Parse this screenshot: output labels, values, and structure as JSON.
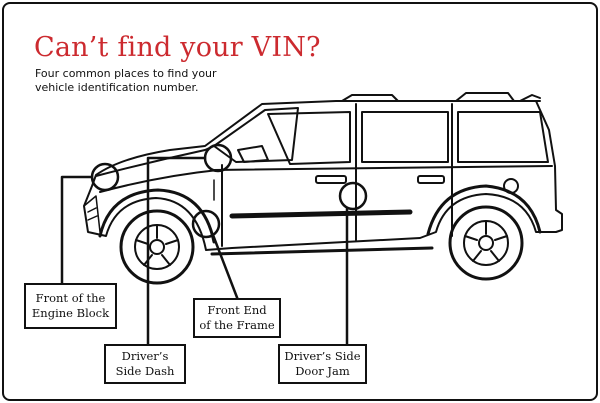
{
  "header": {
    "title": "Can’t find your VIN?",
    "subtitle_line1": "Four common places to find your",
    "subtitle_line2": "vehicle identification number."
  },
  "locations": [
    {
      "line1": "Front of the",
      "line2": "Engine Block"
    },
    {
      "line1": "Driver’s",
      "line2": "Side Dash"
    },
    {
      "line1": "Front End",
      "line2": "of the Frame"
    },
    {
      "line1": "Driver’s Side",
      "line2": "Door Jam"
    }
  ],
  "colors": {
    "title": "#cc2a2f",
    "line": "#111111",
    "background": "#ffffff"
  }
}
